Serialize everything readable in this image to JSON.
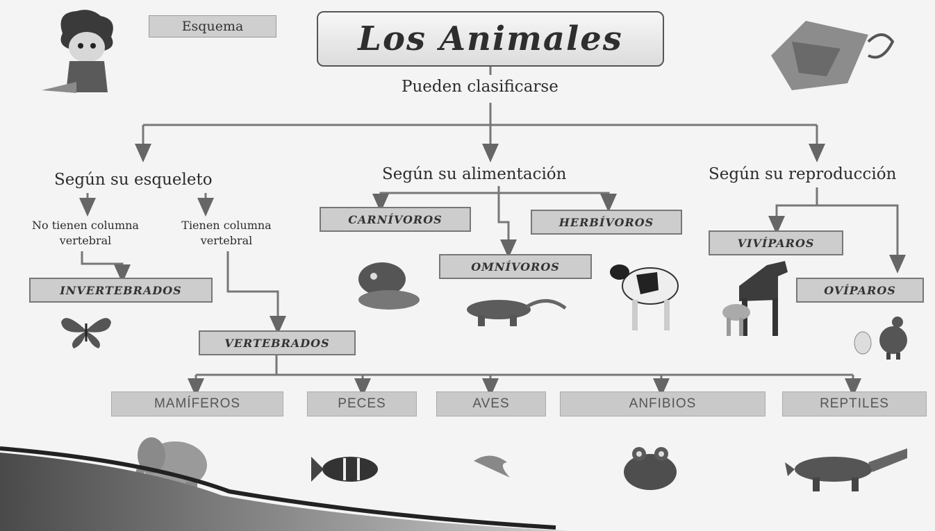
{
  "header": {
    "tag_label": "Esquema",
    "title": "Los Animales",
    "subtitle": "Pueden clasificarse"
  },
  "branches": {
    "skeleton": "Según su esqueleto",
    "diet": "Según su alimentación",
    "reproduction": "Según su reproducción"
  },
  "skeleton": {
    "no_spine": [
      "No tienen columna",
      "vertebral"
    ],
    "spine": [
      "Tienen columna",
      "vertebral"
    ],
    "invertebrates": "INVERTEBRADOS",
    "vertebrates": "VERTEBRADOS"
  },
  "diet": {
    "carnivores": "CARNÍVOROS",
    "omnivores": "OMNÍVOROS",
    "herbivores": "HERBÍVOROS"
  },
  "reproduction": {
    "viviparous": "VIVÍPAROS",
    "oviparous": "OVÍPAROS"
  },
  "vertebrate_classes": [
    "MAMÍFEROS",
    "PECES",
    "AVES",
    "ANFIBIOS",
    "REPTILES"
  ],
  "colors": {
    "box_fill": "#cdcdcd",
    "line": "#666666",
    "background": "#f4f4f4"
  },
  "icons": [
    "cartoon-boy-icon",
    "ribbon-decoration-icon",
    "butterfly-icon",
    "dinosaur-icon",
    "lizard-icon",
    "cow-icon",
    "horse-and-foal-icon",
    "chick-and-egg-icon",
    "elephant-icon",
    "fish-icon",
    "bird-icon",
    "frog-icon",
    "crocodile-icon"
  ]
}
